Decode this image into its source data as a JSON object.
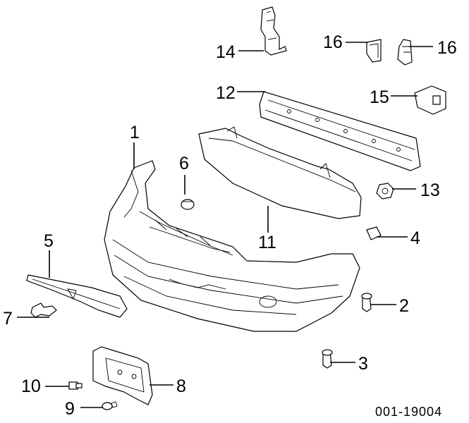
{
  "diagram": {
    "caption": "001-19004",
    "callouts": [
      {
        "id": "c1",
        "label": "1"
      },
      {
        "id": "c2",
        "label": "2"
      },
      {
        "id": "c3",
        "label": "3"
      },
      {
        "id": "c4",
        "label": "4"
      },
      {
        "id": "c5",
        "label": "5"
      },
      {
        "id": "c6",
        "label": "6"
      },
      {
        "id": "c7",
        "label": "7"
      },
      {
        "id": "c8",
        "label": "8"
      },
      {
        "id": "c9",
        "label": "9"
      },
      {
        "id": "c10",
        "label": "10"
      },
      {
        "id": "c11",
        "label": "11"
      },
      {
        "id": "c12",
        "label": "12"
      },
      {
        "id": "c13",
        "label": "13"
      },
      {
        "id": "c14",
        "label": "14"
      },
      {
        "id": "c15",
        "label": "15"
      },
      {
        "id": "c16a",
        "label": "16"
      },
      {
        "id": "c16b",
        "label": "16"
      }
    ]
  }
}
